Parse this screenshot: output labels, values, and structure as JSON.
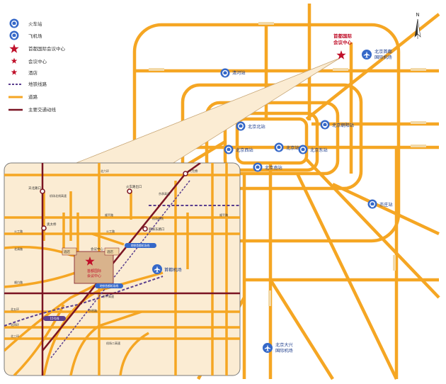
{
  "legend": {
    "train_station": "火车站",
    "airport": "飞机场",
    "capital_convention_center": "首都国际会议中心",
    "conference_center": "会议中心",
    "hotel": "酒店",
    "metro_line": "地铁线路",
    "road": "道路",
    "main_traffic_line": "主要交通动线"
  },
  "north_label": "N",
  "venue_main": {
    "line1": "首都国际",
    "line2": "会议中心"
  },
  "stations": {
    "qinghe": "清河站",
    "beijing_north": "北京北站",
    "beijing_west": "北京西站",
    "beijing": "北京站",
    "beijing_south": "北京南站",
    "beijing_east": "北京东站",
    "beijing_chaoyang": "北京朝阳站",
    "yizhuang": "亦庄站"
  },
  "airports": {
    "capital_line1": "北京首都",
    "capital_line2": "国际机场",
    "daxing_line1": "北京大兴",
    "daxing_line2": "国际机场",
    "capital_inset": "首都机场"
  },
  "inset": {
    "venue_line1": "首都国际",
    "venue_line2": "会议中心",
    "hotel_a": "酒店",
    "hotel_b": "酒店",
    "meeting_center": "会议中心",
    "metro_station_a": "地铁首都机场线",
    "metro_station_b": "地铁首都机场线",
    "metro_line15": "15号线",
    "nodes": {
      "liuyuan": "六元桥",
      "tiantai_north": "天北路口",
      "huoshi": "火车路出口",
      "aotai": "奥太桥",
      "lijiyuan": "丽泽东路口"
    },
    "roads": {
      "north_6th_ring": "北六环",
      "north_5th_ring": "北五环",
      "north_4th_ring": "北四环",
      "north_3rd_ring": "北三环",
      "airport_expwy": "机场北线高速",
      "airport_2nd_expwy": "机场二高速",
      "jingcheng": "京承高速",
      "shunping": "顺平路",
      "huogong": "火工路",
      "airport_south": "机场南线",
      "jingping": "京平高速",
      "jingmi": "京密路",
      "shunbai": "顺白路",
      "beiqing": "北清路"
    }
  },
  "colors": {
    "road_orange": "#f5a623",
    "main_traffic": "#7a1423",
    "metro_purple": "#5b3f8f",
    "station_blue": "#3568c8",
    "star_red": "#c0102a",
    "inset_bg": "#fbecd3"
  }
}
